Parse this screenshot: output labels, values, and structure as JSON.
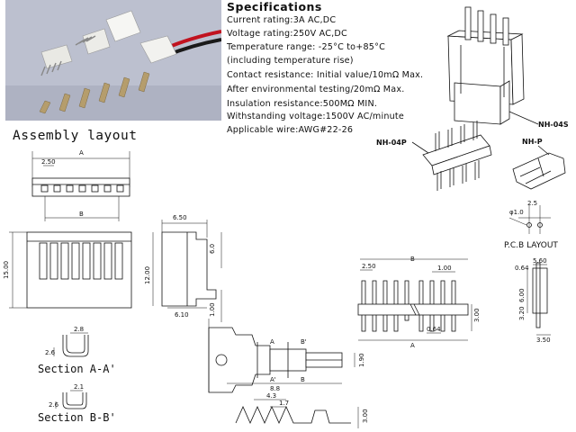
{
  "specifications": {
    "title": "Specifications",
    "lines": [
      "Current rating:3A AC,DC",
      "Voltage rating:250V AC,DC",
      "Temperature range: -25°C to+85°C",
      "(including temperature rise)",
      "Contact resistance: Initial value/10mΩ Max.",
      "After environmental testing/20mΩ Max.",
      "Insulation resistance:500MΩ MIN.",
      "Withstanding voltage:1500V AC/minute",
      "Applicable wire:AWG#22-26"
    ]
  },
  "assembly_title": "Assembly layout",
  "part_labels": {
    "nh04s": "NH-04S",
    "nh04p": "NH-04P",
    "nhp": "NH-P"
  },
  "pcb_layout": {
    "title": "P.C.B LAYOUT",
    "hole": "φ1.0",
    "pitch": "2.5"
  },
  "sections": {
    "aa": "Section A-A'",
    "bb": "Section B-B'"
  },
  "dimensions": {
    "housing_top": {
      "a": "A",
      "pitch": "2.50",
      "b": "B"
    },
    "housing_front": {
      "height": "15.00"
    },
    "housing_side": {
      "w1": "6.50",
      "h1": "6.0",
      "h2": "12.00",
      "w2": "6.10",
      "h3": "1.00"
    },
    "header": {
      "pitch": "2.50",
      "a": "A",
      "b": "B",
      "pin": "1.00",
      "pin_w": "0.64",
      "h": "3.00"
    },
    "header_side": {
      "w": "5.60",
      "pin": "0.64",
      "h1": "6.00",
      "h2": "3.20",
      "foot": "3.50"
    },
    "section_aa": {
      "w": "2.8",
      "h": "2.6"
    },
    "section_bb": {
      "w": "2.1",
      "h": "2.6"
    },
    "terminal": {
      "a": "A",
      "a_prime": "A'",
      "b": "B",
      "b_prime": "B'",
      "len": "8.8",
      "w": "1.90",
      "top1": "4.3",
      "top2": "1.7",
      "h": "3.00"
    }
  }
}
